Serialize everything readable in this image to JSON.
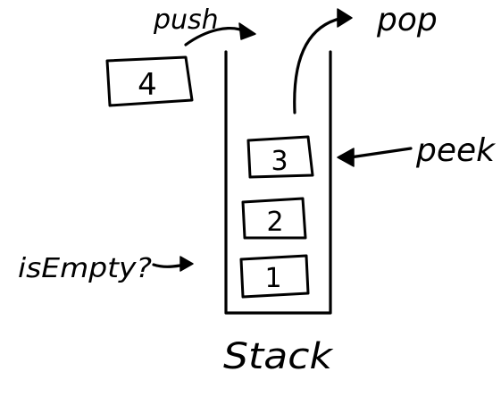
{
  "operations": {
    "push": "push",
    "pop": "pop",
    "peek": "peek",
    "is_empty": "isEmpty?"
  },
  "stack": {
    "label": "Stack",
    "items": [
      "3",
      "2",
      "1"
    ]
  },
  "incoming_item": "4"
}
